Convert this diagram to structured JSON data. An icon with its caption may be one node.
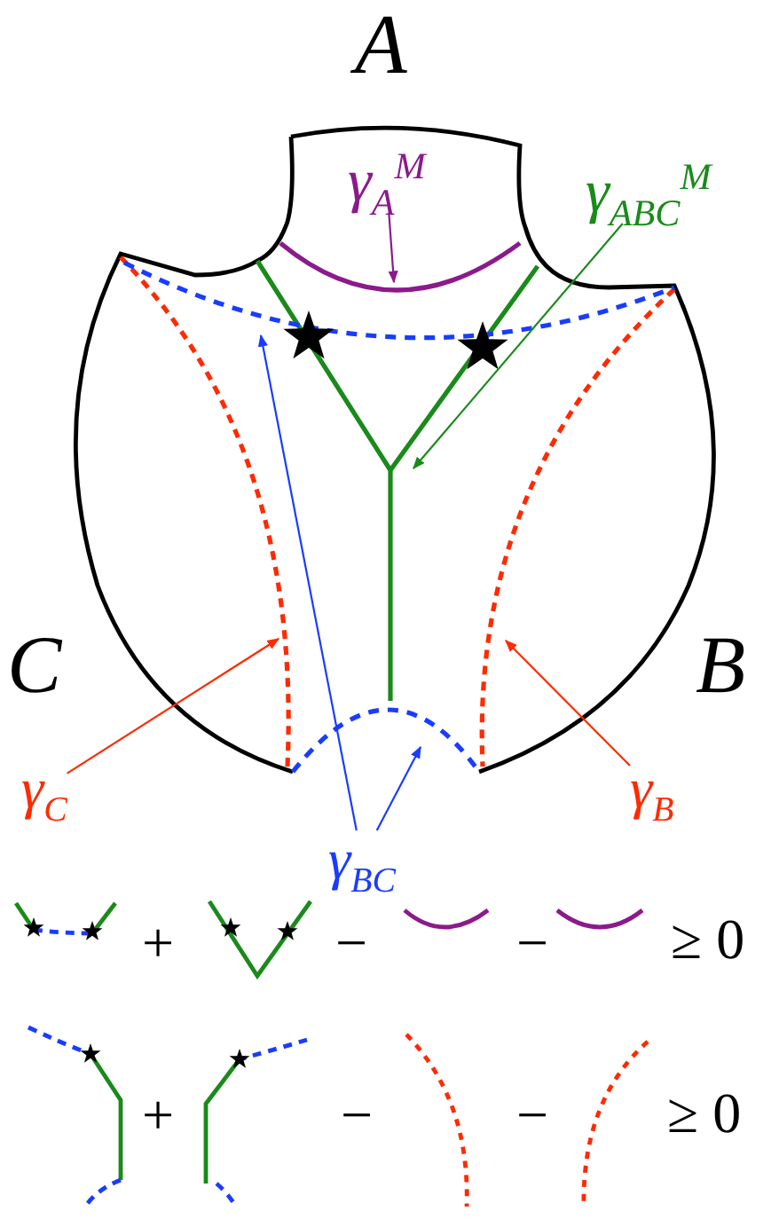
{
  "diagram": {
    "nodes": [
      {
        "text": [
          "γ$_{A}$$^{M}$"
        ]
      },
      {
        "text": [],
        "shape": "curve"
      },
      {
        "text": [
          "γ$_{ABC}$$^{M}$"
        ]
      },
      {
        "text": [],
        "shape": "curve"
      },
      {
        "text": [
          "γ$_{C}$"
        ]
      },
      {
        "text": [],
        "shape": "curve"
      },
      {
        "text": [
          "γ$_{B}$"
        ]
      },
      {
        "text": [],
        "shape": "curve"
      },
      {
        "text": [
          "γ$_{BC}$"
        ]
      },
      {
        "text": [],
        "shape": "curve"
      },
      {
        "text": [],
        "shape": "curve"
      }
    ],
    "edges": [
      {
        "from": 0,
        "to": 1,
        "arrow": "to",
        "color": "#8b1a8b"
      },
      {
        "from": 2,
        "to": 3,
        "arrow": "to",
        "color": "#1a8a1a"
      },
      {
        "from": 4,
        "to": 5,
        "arrow": "to",
        "color": "#ff2a00"
      },
      {
        "from": 6,
        "to": 7,
        "arrow": "to",
        "color": "#ff2a00"
      },
      {
        "from": 8,
        "to": 9,
        "arrow": "to",
        "color": "#1a3cff"
      },
      {
        "from": 8,
        "to": 10,
        "arrow": "to",
        "color": "#1a3cff"
      }
    ],
    "labels": [
      "A",
      "C",
      "B",
      "+",
      "−",
      "−",
      "≥ 0",
      "+",
      "−",
      "−",
      "≥ 0"
    ]
  }
}
